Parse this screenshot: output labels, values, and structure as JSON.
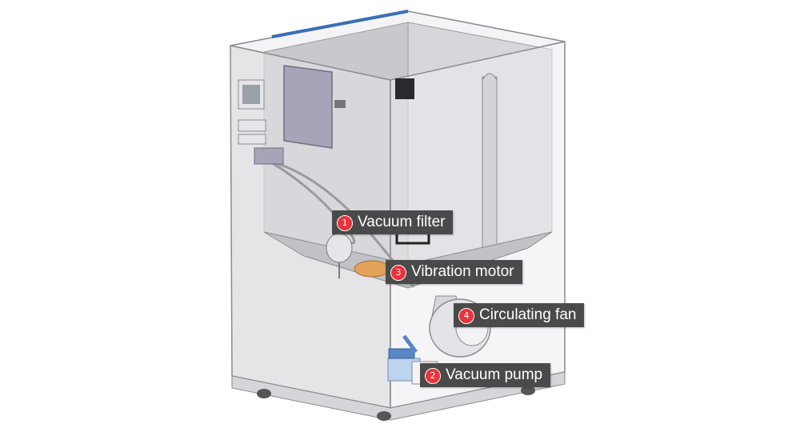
{
  "callouts": [
    {
      "number": "1",
      "label": "Vacuum filter"
    },
    {
      "number": "3",
      "label": "Vibration motor"
    },
    {
      "number": "4",
      "label": "Circulating fan"
    },
    {
      "number": "2",
      "label": "Vacuum pump"
    }
  ]
}
